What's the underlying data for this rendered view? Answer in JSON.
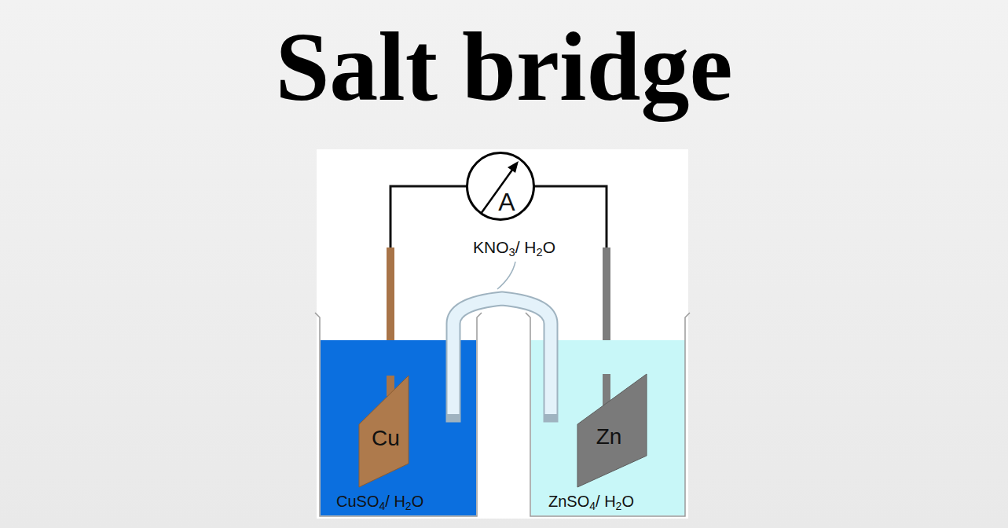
{
  "diagram": {
    "title": "Salt bridge",
    "nodes": [
      {
        "text": [
          "CuSO4/ H2O"
        ]
      },
      {
        "text": [
          "Cu"
        ],
        "in": 0
      },
      {
        "text": [
          "ZnSO4/ H2O"
        ]
      },
      {
        "text": [
          "Zn"
        ],
        "in": 2
      },
      {
        "text": [
          "A"
        ]
      }
    ],
    "edges": [
      {
        "from": 4,
        "to": 1,
        "arrow": "none"
      },
      {
        "from": 4,
        "to": 3,
        "arrow": "none"
      }
    ],
    "labels": [
      "KNO3/ H2O"
    ]
  }
}
